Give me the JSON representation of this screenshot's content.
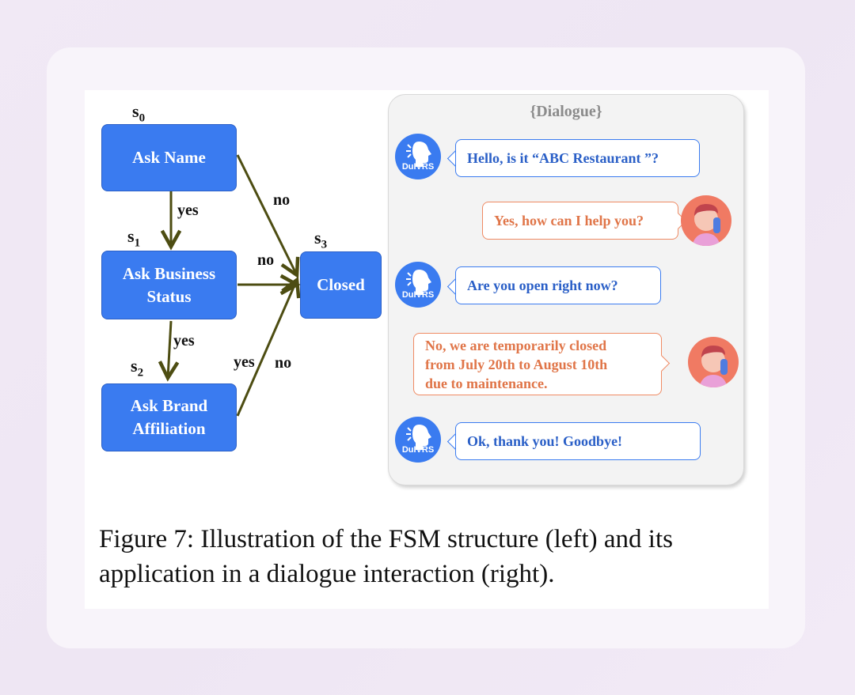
{
  "fsm": {
    "states": [
      {
        "label": "s",
        "sub": "0",
        "node": "Ask Name"
      },
      {
        "label": "s",
        "sub": "1",
        "node": "Ask Business Status"
      },
      {
        "label": "s",
        "sub": "2",
        "node": "Ask Brand Affiliation"
      },
      {
        "label": "s",
        "sub": "3",
        "node": "Closed"
      }
    ],
    "node_lines": {
      "s0": [
        "Ask Name"
      ],
      "s1": [
        "Ask Business",
        "Status"
      ],
      "s2": [
        "Ask Brand",
        "Affiliation"
      ],
      "s3": [
        "Closed"
      ]
    },
    "edges": [
      {
        "from": "s0",
        "to": "s1",
        "label": "yes"
      },
      {
        "from": "s1",
        "to": "s2",
        "label": "yes"
      },
      {
        "from": "s0",
        "to": "s3",
        "label": "no"
      },
      {
        "from": "s1",
        "to": "s3",
        "label": "no"
      },
      {
        "from": "s2",
        "to": "s3",
        "label": "yes"
      },
      {
        "from": "s2",
        "to": "s3",
        "label": "no"
      }
    ],
    "edge_color": "#4d4d12",
    "node_color": "#3a7bf0"
  },
  "dialogue": {
    "title": "{Dialogue}",
    "bot_logo_text": "DuIVRS",
    "messages": [
      {
        "speaker": "bot",
        "text": "Hello, is it “ABC Restaurant ”?"
      },
      {
        "speaker": "user",
        "text": "Yes, how can I help you?"
      },
      {
        "speaker": "bot",
        "text": "Are you open right now?"
      },
      {
        "speaker": "user",
        "lines": [
          "No, we are temporarily closed",
          "from July 20th to August 10th",
          "due to maintenance."
        ]
      },
      {
        "speaker": "bot",
        "text": "Ok, thank you! Goodbye!"
      }
    ],
    "bot_color": "#3a7bf0",
    "user_color": "#ef8a63"
  },
  "caption": {
    "lines": [
      "Figure 7: Illustration of the FSM structure (left) and its",
      "application in a dialogue interaction (right)."
    ]
  }
}
